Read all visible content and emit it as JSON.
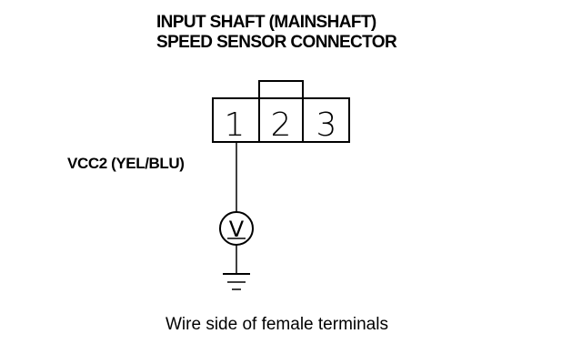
{
  "title": {
    "line1": "INPUT SHAFT (MAINSHAFT)",
    "line2": "SPEED SENSOR CONNECTOR"
  },
  "connector": {
    "pins": [
      "1",
      "2",
      "3"
    ]
  },
  "wire": {
    "label": "VCC2 (YEL/BLU)"
  },
  "meter": {
    "symbol": "V"
  },
  "caption": "Wire side of female terminals"
}
